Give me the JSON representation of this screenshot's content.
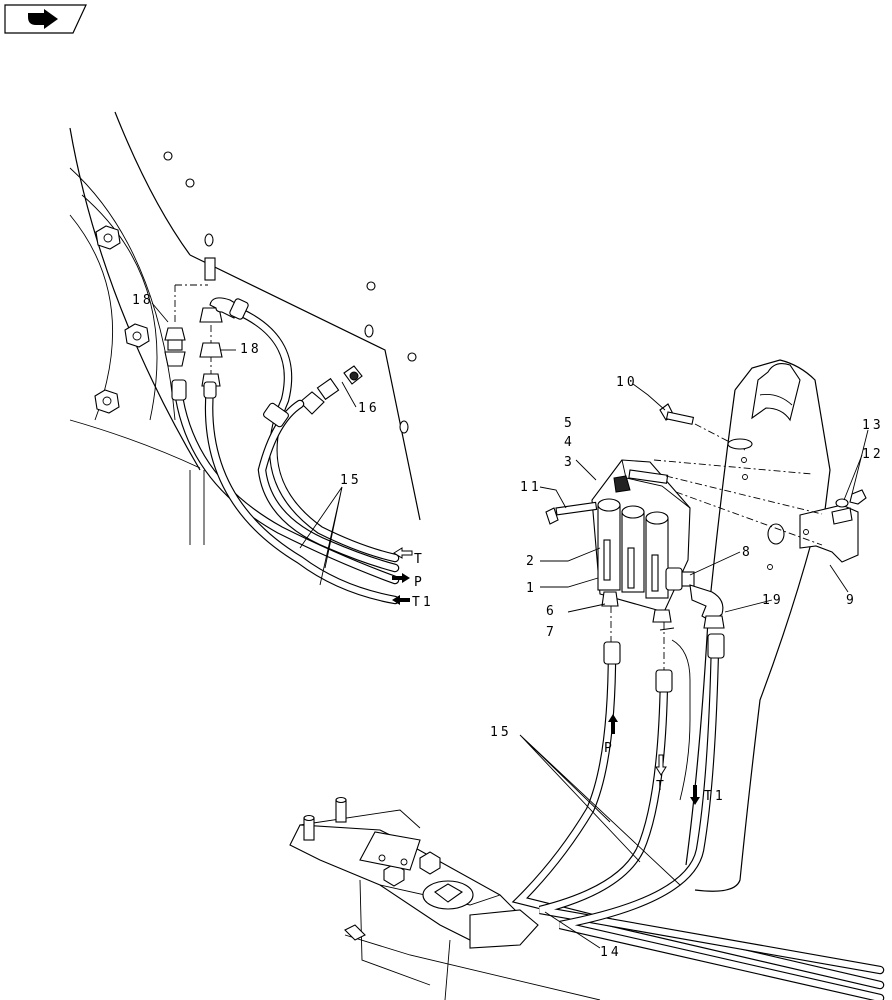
{
  "corner_icon": "back-arrow-icon",
  "callouts": {
    "c1": "1",
    "c2": "2",
    "c3": "3",
    "c4": "4",
    "c5": "5",
    "c6": "6",
    "c7": "7",
    "c8": "8",
    "c9": "9",
    "c10": "10",
    "c11": "11",
    "c12": "12",
    "c13": "13",
    "c14": "14",
    "c15_top": "15",
    "c15_bottom": "15",
    "c16": "16",
    "c18_left": "18",
    "c18_right": "18",
    "c19": "19"
  },
  "flow_labels": {
    "top_T": "T",
    "top_P": "P",
    "top_T1": "T1",
    "bottom_P": "P",
    "bottom_T": "T",
    "bottom_T1": "T1"
  }
}
